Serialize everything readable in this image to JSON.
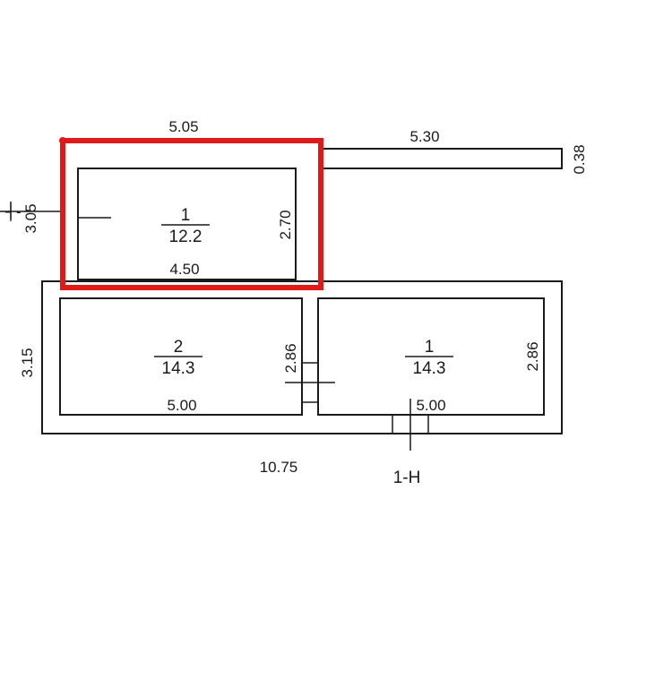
{
  "plan": {
    "highlight_color": "#e01919",
    "line_color": "#1a1a1a",
    "rooms": [
      {
        "number": "1",
        "area": "12.2"
      },
      {
        "number": "2",
        "area": "14.3"
      },
      {
        "number": "1",
        "area": "14.3"
      }
    ],
    "dimensions": {
      "top_left_width": "5.05",
      "top_right_width": "5.30",
      "top_strip_height": "0.38",
      "top_left_height": "3.05",
      "room_a_height": "2.70",
      "room_a_width": "4.50",
      "lower_height": "3.15",
      "room_b_height": "2.86",
      "room_b_width": "5.00",
      "room_c_height": "2.86",
      "room_c_width": "5.00",
      "total_width": "10.75"
    },
    "section_mark": "1-H",
    "side_marker": "┤-"
  }
}
